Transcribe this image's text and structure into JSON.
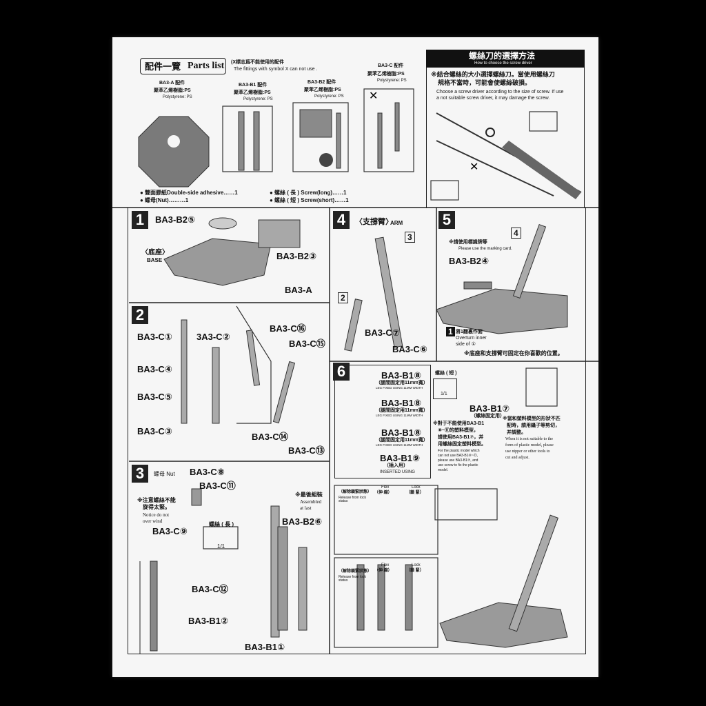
{
  "parts": {
    "title_cn": "配件一覽",
    "title_en": "Parts list",
    "x_note_cn": "(X標志爲不能使用的配件",
    "x_note_en": "The fittings with symbol X can not use .",
    "a": {
      "name": "BA3-A 配件",
      "mat_cn": "聚苯乙烯樹脂:PS",
      "mat_en": "Polystyrene: PS"
    },
    "b1": {
      "name": "BA3-B1 配件",
      "mat_cn": "聚苯乙烯樹脂:PS",
      "mat_en": "Polystyrene: PS"
    },
    "b2": {
      "name": "BA3-B2 配件",
      "mat_cn": "聚苯乙烯樹脂:PS",
      "mat_en": "Polystyrene: PS"
    },
    "c": {
      "name": "BA3-C 配件",
      "mat_cn": "聚苯乙烯樹脂:PS",
      "mat_en": "Polystyrene: PS"
    },
    "acc1": "● 雙面膠紙Double-side adhesive……1",
    "acc2": "● 螺母(Nut)………1",
    "acc3": "● 螺絲 ( 長 ) Screw(long)……1",
    "acc4": "● 螺絲 ( 短 ) Screw(short)……1"
  },
  "screw": {
    "title_cn": "螺絲刀的選擇方法",
    "title_en": "How to choose the screw driver",
    "note_cn1": "※結合螺絲的大小選擇螺絲刀。當使用螺絲刀",
    "note_cn2": "規格不當時，可能會使螺絲破損。",
    "note_en1": "Choose a screw driver according to the size of screw. If use",
    "note_en2": "a not suitable screw driver, it may damage the screw."
  },
  "step1": {
    "n": "1",
    "l1": "BA3-B2⑤",
    "l2": "BA3-B2③",
    "l3": "BA3-A",
    "base_cn": "〈底座〉",
    "base_en": "BASE"
  },
  "step2": {
    "n": "2",
    "l1": "BA3-C①",
    "l2": "3A3-C②",
    "l3": "BA3-C④",
    "l4": "BA3-C⑤",
    "l5": "BA3-C③",
    "l6": "BA3-C⑯",
    "l7": "BA3-C⑮",
    "l8": "BA3-C⑭",
    "l9": "BA3-C⑬"
  },
  "step3": {
    "n": "3",
    "nut": "螺母 Nut",
    "l1": "BA3-C⑧",
    "l2": "BA3-C⑪",
    "warn_cn1": "※注意螺絲不能",
    "warn_cn2": "旋得太緊。",
    "warn_en1": "Notice do not",
    "warn_en2": "over wind",
    "l3": "BA3-C⑨",
    "screw": "螺絲 ( 長 )",
    "ratio": "1/1",
    "last_cn": "※最後組裝",
    "last_en1": "Assembled",
    "last_en2": "at last",
    "l4": "BA3-B2⑥",
    "l5": "BA3-C⑫",
    "l6": "BA3-B1②",
    "l7": "BA3-B1①"
  },
  "step4": {
    "n": "4",
    "title_cn": "〈支撐臂〉",
    "title_en": "ARM",
    "n3": "3",
    "n2": "2",
    "l1": "BA3-C⑦",
    "l2": "BA3-C⑥"
  },
  "step5": {
    "n": "5",
    "mark_cn": "※請使用標識牌等",
    "mark_en": "Please use the marking card.",
    "l1": "BA3-B2④",
    "n4": "4",
    "n1": "1",
    "ov_cn": "將1翻裏作面",
    "ov_en1": "Overturn inner",
    "ov_en2": "side of ①",
    "fix": "※底座和支撐臂可固定在你喜歡的位置。"
  },
  "step6": {
    "n": "6",
    "r1": "BA3-B1⑧",
    "r1c": "（腿間固定用11mm寬）",
    "r1e": "LEG FIXED USING 11MM WIDTH",
    "r2": "BA3-B1⑧",
    "r2c": "（腿間固定用11mm寬）",
    "r2e": "LEG FIXED USING 11MM WIDTH",
    "r3": "BA3-B1⑧",
    "r3c": "（腿間固定用11mm寬）",
    "r3e": "LEG FIXED USING 11MM WIDTH",
    "r4": "BA3-B1⑨",
    "r4c": "（插入用）",
    "r4e": "INSERTED USING",
    "short": "螺絲 ( 短 )",
    "ratio": "1/1",
    "b17": "BA3-B1⑦",
    "b17c": "（螺絲固定用）",
    "note1": "※對于不能使用BA3-B1",
    "note2": "⑧~⑪的塑料模型，",
    "note3": "請使用BA3-B1⑦，并",
    "note4": "用螺絲固定塑料模型。",
    "note_e1": "For the plastic model which",
    "note_e2": "can not use BA3-B1⑧~⑬,",
    "note_e3": "please use BA3-B1⑦, and",
    "note_e4": "use screw to fix the plastic",
    "note_e5": "model.",
    "cut1": "※當和塑料模型的形狀不匹",
    "cut2": "配時，請用鑷子等剪切，",
    "cut3": "并調整。",
    "cut_e1": "When it is not suitable to the",
    "cut_e2": "form of plastic model, please",
    "cut_e3": "use nipper or other tools to",
    "cut_e4": "cut and adjust.",
    "release": "（解除鎖緊狀態）",
    "release_e": "Release from lock status",
    "flex": "Flex",
    "flex_c": "（伸 縮）",
    "lock": "Lock",
    "lock_c": "（鎖 緊）"
  }
}
